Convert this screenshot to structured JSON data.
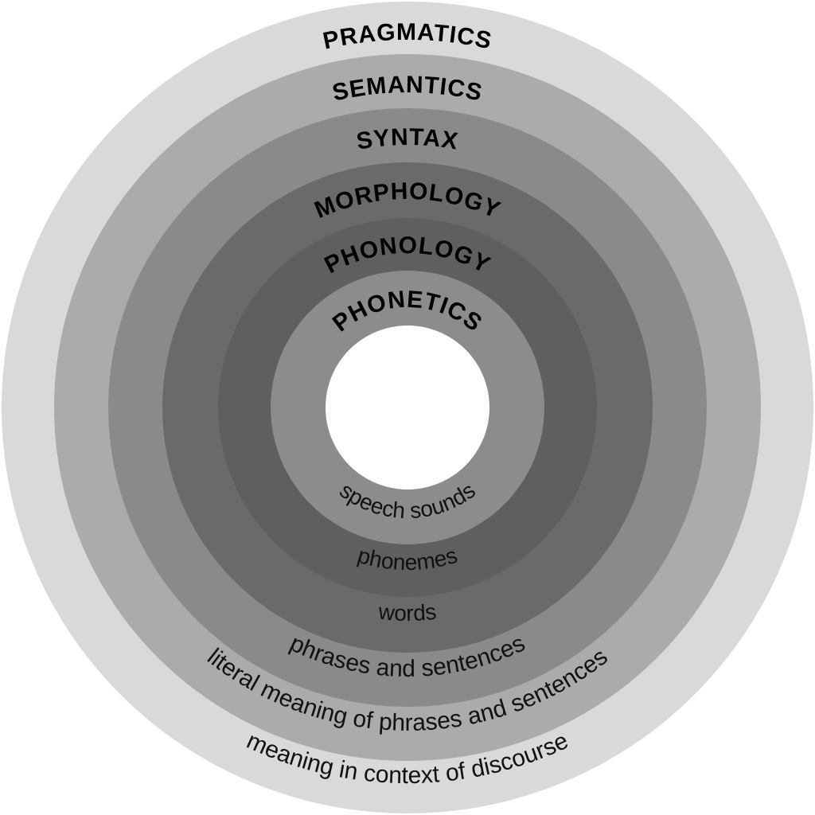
{
  "layers": [
    {
      "id": "pragmatics",
      "title": "PRAGMATICS",
      "description": "meaning in context of discourse",
      "color": "#d9d9d9"
    },
    {
      "id": "semantics",
      "title": "SEMANTICS",
      "description": "literal meaning of phrases and sentences",
      "color": "#ababab"
    },
    {
      "id": "syntax",
      "title": "SYNTAX",
      "description": "phrases and sentences",
      "color": "#8a8a8a"
    },
    {
      "id": "morphology",
      "title": "MORPHOLOGY",
      "description": "words",
      "color": "#6a6a6a"
    },
    {
      "id": "phonology",
      "title": "PHONOLOGY",
      "description": "phonemes",
      "color": "#5f5f5f"
    },
    {
      "id": "phonetics",
      "title": "PHONETICS",
      "description": "speech sounds",
      "color": "#8c8c8c"
    }
  ],
  "center_color": "#ffffff"
}
